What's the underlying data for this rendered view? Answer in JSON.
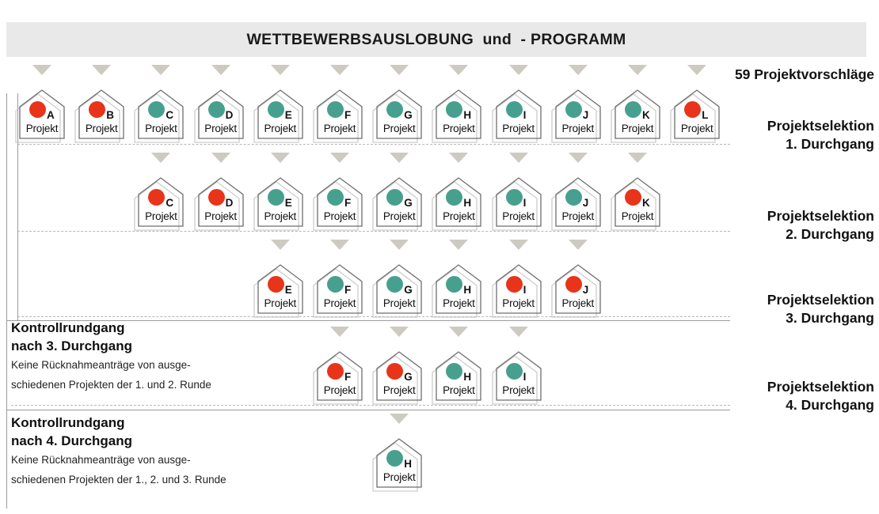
{
  "header": {
    "title": "WETTBEWERBSAUSLOBUNG  und  - PROGRAMM"
  },
  "top_note": "59 Projektvorschläge",
  "project_word": "Projekt",
  "colors": {
    "red": "#e8341a",
    "teal": "#47a08e",
    "arrow": "#cdcac1",
    "header_bg": "#e9e9e9",
    "line": "#9b9b9b",
    "dashed": "#b8b8b8"
  },
  "rounds": [
    {
      "title": "Projektselektion",
      "subtitle": "1. Durchgang"
    },
    {
      "title": "Projektselektion",
      "subtitle": "2. Durchgang"
    },
    {
      "title": "Projektselektion",
      "subtitle": "3. Durchgang"
    },
    {
      "title": "Projektselektion",
      "subtitle": "4. Durchgang"
    }
  ],
  "rows": [
    {
      "row": 1,
      "houses": [
        {
          "label": "A",
          "status": "red"
        },
        {
          "label": "B",
          "status": "red"
        },
        {
          "label": "C",
          "status": "teal"
        },
        {
          "label": "D",
          "status": "teal"
        },
        {
          "label": "E",
          "status": "teal"
        },
        {
          "label": "F",
          "status": "teal"
        },
        {
          "label": "G",
          "status": "teal"
        },
        {
          "label": "H",
          "status": "teal"
        },
        {
          "label": "I",
          "status": "teal"
        },
        {
          "label": "J",
          "status": "teal"
        },
        {
          "label": "K",
          "status": "teal"
        },
        {
          "label": "L",
          "status": "red"
        }
      ]
    },
    {
      "row": 2,
      "houses": [
        {
          "label": "C",
          "status": "red"
        },
        {
          "label": "D",
          "status": "red"
        },
        {
          "label": "E",
          "status": "teal"
        },
        {
          "label": "F",
          "status": "teal"
        },
        {
          "label": "G",
          "status": "teal"
        },
        {
          "label": "H",
          "status": "teal"
        },
        {
          "label": "I",
          "status": "teal"
        },
        {
          "label": "J",
          "status": "teal"
        },
        {
          "label": "K",
          "status": "red"
        }
      ]
    },
    {
      "row": 3,
      "houses": [
        {
          "label": "E",
          "status": "red"
        },
        {
          "label": "F",
          "status": "teal"
        },
        {
          "label": "G",
          "status": "teal"
        },
        {
          "label": "H",
          "status": "teal"
        },
        {
          "label": "I",
          "status": "red"
        },
        {
          "label": "J",
          "status": "red"
        }
      ]
    },
    {
      "row": 4,
      "houses": [
        {
          "label": "F",
          "status": "red"
        },
        {
          "label": "G",
          "status": "red"
        },
        {
          "label": "H",
          "status": "teal"
        },
        {
          "label": "I",
          "status": "teal"
        }
      ]
    },
    {
      "row": 5,
      "houses": [
        {
          "label": "H",
          "status": "teal"
        }
      ]
    }
  ],
  "control_blocks": [
    {
      "heading_line1": "Kontrollrundgang",
      "heading_line2": "nach 3. Durchgang",
      "line1": "Keine Rücknahmeanträge von ausge-",
      "line2": "schiedenen Projekten der 1. und 2. Runde"
    },
    {
      "heading_line1": "Kontrollrundgang",
      "heading_line2": "nach 4. Durchgang",
      "line1": "Keine Rücknahmeanträge von ausge-",
      "line2": "schiedenen Projekten der 1., 2. und 3. Runde"
    }
  ]
}
